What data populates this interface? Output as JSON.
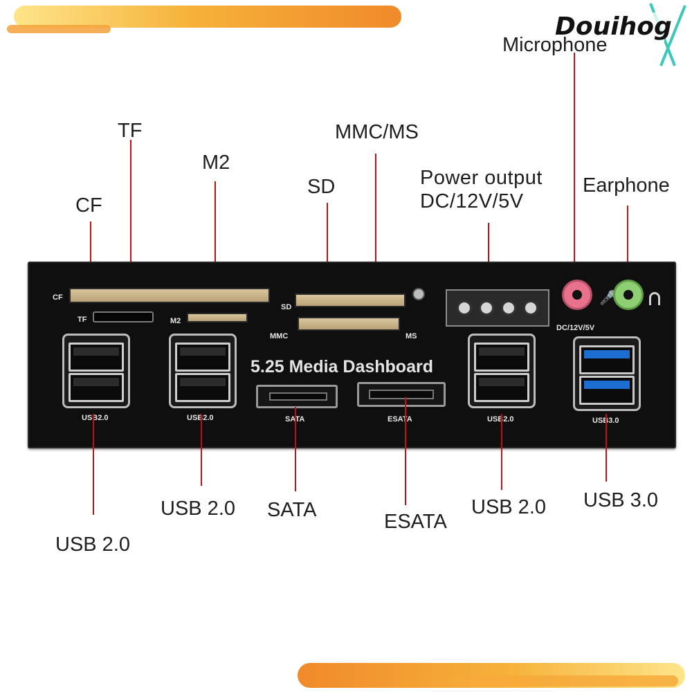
{
  "watermark": {
    "brand": "Douihog"
  },
  "callouts": {
    "cf": "CF",
    "tf": "TF",
    "m2": "M2",
    "sd": "SD",
    "mmc_ms": "MMC/MS",
    "power": "Power output\nDC/12V/5V",
    "earphone": "Earphone",
    "microphone": "Microphone",
    "usb20_a": "USB 2.0",
    "usb20_b": "USB 2.0",
    "sata": "SATA",
    "esata": "ESATA",
    "usb20_c": "USB 2.0",
    "usb30": "USB 3.0"
  },
  "panel": {
    "title": "5.25 Media Dashboard",
    "labels": {
      "cf": "CF",
      "tf": "TF",
      "m2": "M2",
      "sd": "SD",
      "mmc": "MMC",
      "ms": "MS",
      "dc": "DC/12V/5V",
      "usb_a": "USB2.0",
      "usb_b": "USB2.0",
      "sata": "SATA",
      "esata": "ESATA",
      "usb_c": "USB2.0",
      "usb3": "USB3.0"
    }
  },
  "colors": {
    "leader": "#c0111a",
    "panel": "#0f0f0f",
    "usb3_blue": "#1c6fd1",
    "mic_pink": "#e8728c",
    "ear_green": "#8fcf73",
    "brush_orange": "#f39a1f"
  }
}
